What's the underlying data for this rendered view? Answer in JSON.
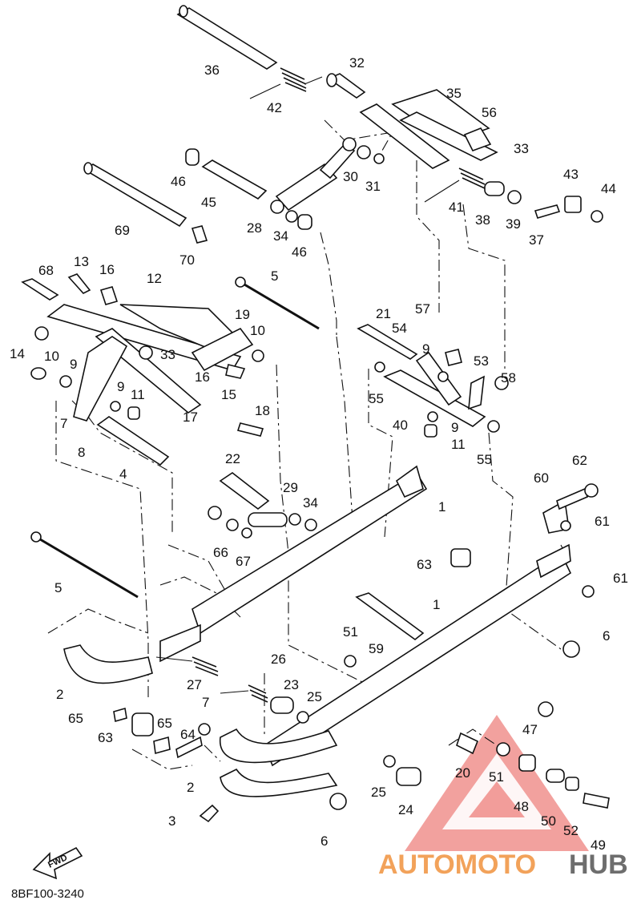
{
  "diagram": {
    "code": "8BF100-3240",
    "fwd_label": "FWD",
    "watermark": {
      "part1": "AUTOMOTO",
      "part2": "HUB",
      "accent_color": "#e8544f"
    },
    "callouts": [
      "36",
      "32",
      "42",
      "35",
      "56",
      "33",
      "46",
      "30",
      "31",
      "45",
      "43",
      "44",
      "41",
      "69",
      "28",
      "34",
      "46",
      "38",
      "39",
      "37",
      "70",
      "68",
      "13",
      "16",
      "12",
      "5",
      "19",
      "21",
      "57",
      "10",
      "54",
      "14",
      "10",
      "9",
      "33",
      "9",
      "53",
      "58",
      "16",
      "15",
      "9",
      "11",
      "17",
      "18",
      "40",
      "9",
      "55",
      "7",
      "8",
      "11",
      "55",
      "4",
      "22",
      "29",
      "34",
      "60",
      "62",
      "61",
      "1",
      "66",
      "67",
      "63",
      "61",
      "5",
      "51",
      "59",
      "1",
      "6",
      "2",
      "27",
      "26",
      "23",
      "25",
      "7",
      "47",
      "65",
      "63",
      "65",
      "64",
      "20",
      "51",
      "2",
      "25",
      "24",
      "48",
      "50",
      "52",
      "3",
      "6",
      "49"
    ]
  }
}
